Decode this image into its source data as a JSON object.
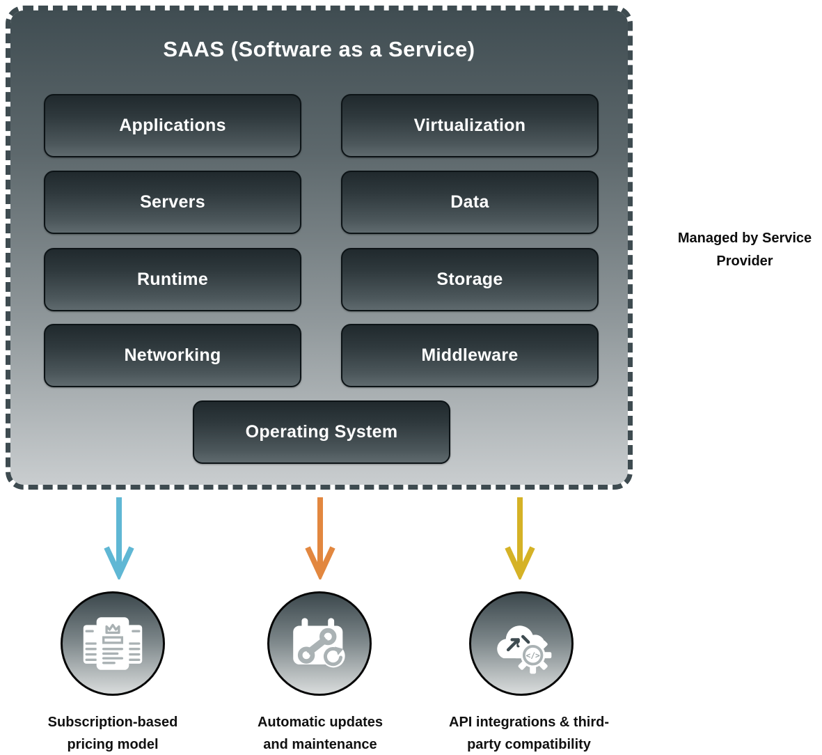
{
  "panel": {
    "title": "SAAS (Software as a Service)",
    "boxes": [
      "Applications",
      "Virtualization",
      "Servers",
      "Data",
      "Runtime",
      "Storage",
      "Networking",
      "Middleware"
    ],
    "bottom_box": "Operating System"
  },
  "side_note": {
    "line1": "Managed by Service",
    "line2": "Provider"
  },
  "arrows": [
    {
      "name": "subscription-arrow",
      "color": "#5fb7d4"
    },
    {
      "name": "updates-arrow",
      "color": "#e2873f"
    },
    {
      "name": "api-arrow",
      "color": "#d5b226"
    }
  ],
  "features": [
    {
      "icon": "invoice-subscription-icon",
      "label_line1": "Subscription-based",
      "label_line2": "pricing model"
    },
    {
      "icon": "calendar-maintenance-icon",
      "label_line1": "Automatic updates",
      "label_line2": "and maintenance"
    },
    {
      "icon": "cloud-api-gear-icon",
      "label_line1": "API integrations & third-",
      "label_line2": "party compatibility",
      "icon_glyph": "</>"
    }
  ],
  "colors": {
    "panel_border": "#3e4b50",
    "panel_gradient_top": "#404d52",
    "panel_gradient_bottom": "#c9cdcf",
    "box_gradient_top": "#20292d",
    "box_gradient_bottom": "#5f6a6e",
    "box_text": "#ffffff",
    "note_text": "#0d0d0d"
  }
}
